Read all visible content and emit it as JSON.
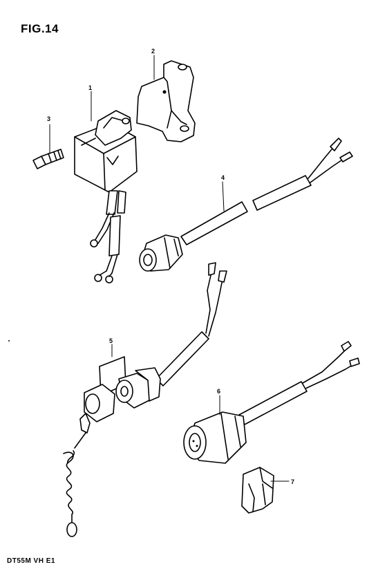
{
  "figure": {
    "title": "FIG.14",
    "model_code": "DT55M VH E1"
  },
  "callouts": [
    {
      "number": "1",
      "part": "cdi-unit"
    },
    {
      "number": "2",
      "part": "bracket"
    },
    {
      "number": "3",
      "part": "bolt"
    },
    {
      "number": "4",
      "part": "wire-harness-switch"
    },
    {
      "number": "5",
      "part": "emergency-stop-switch"
    },
    {
      "number": "6",
      "part": "switch-assembly"
    },
    {
      "number": "7",
      "part": "clip"
    }
  ],
  "colors": {
    "ink": "#000000",
    "paper": "#ffffff"
  }
}
